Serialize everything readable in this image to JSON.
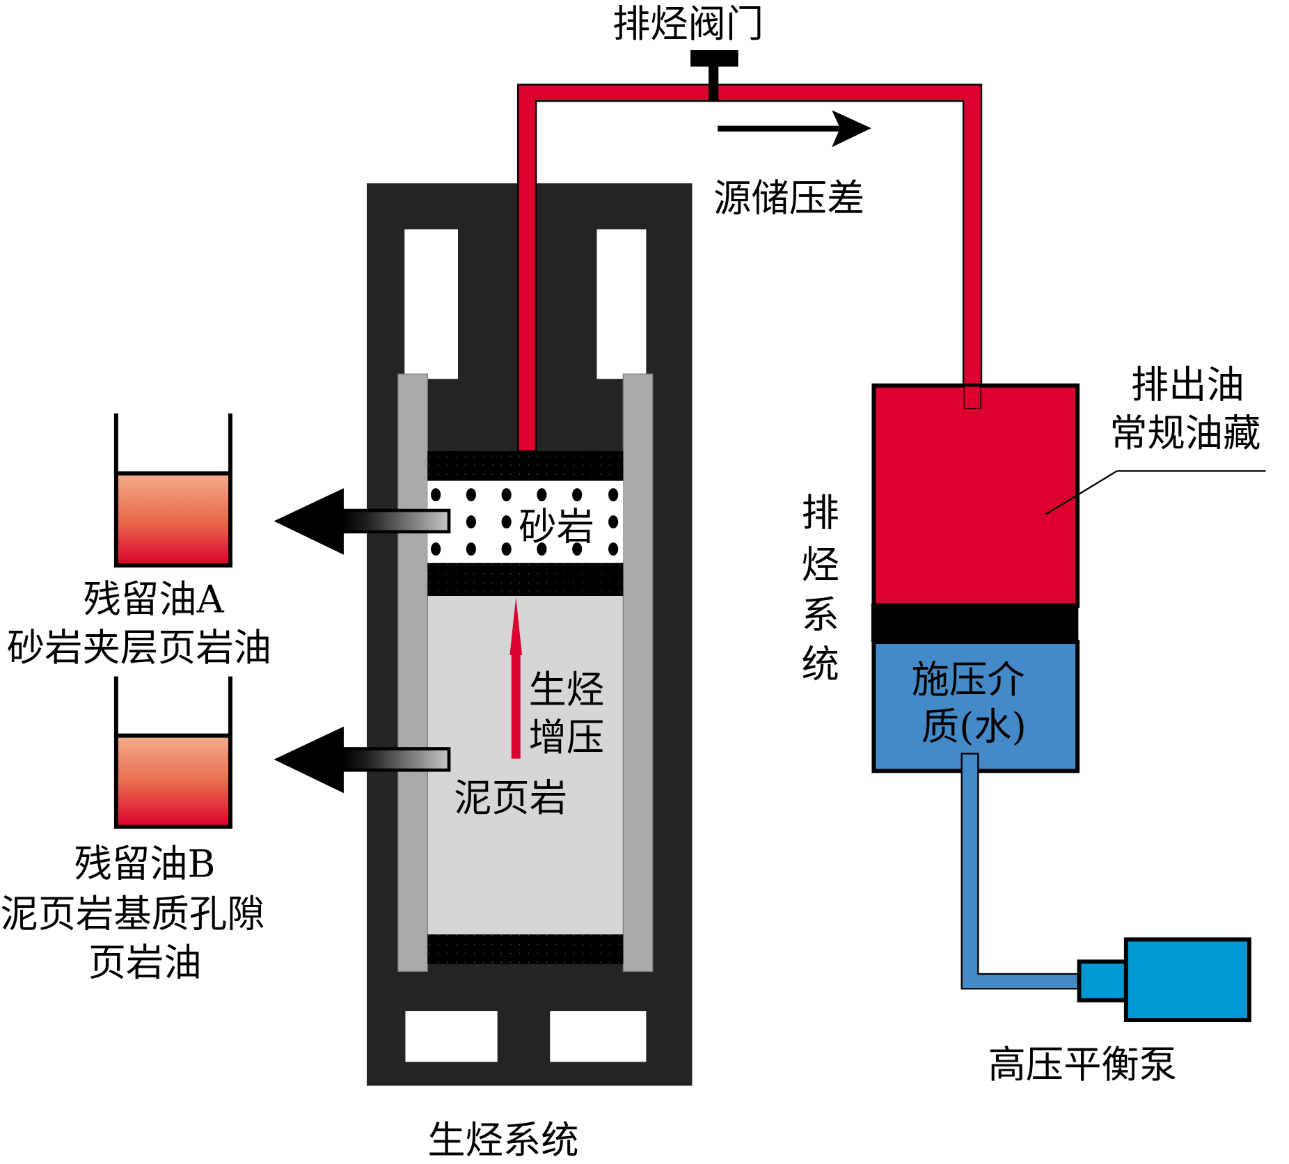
{
  "title": "生烃系统与排烃系统模拟示意",
  "colors": {
    "housing": "#242424",
    "wall": "#aaaaaa",
    "shale": "#d6d6d6",
    "porous_plate": "#000000",
    "pipe_red": "#dc002e",
    "reservoir_oil": "#dc002e",
    "medium_water": "#448ac8",
    "pump": "#0099d4",
    "beaker_oil_top": "#f5ae8e",
    "beaker_oil_bottom": "#dc002e"
  },
  "labels": {
    "valve": "排烃阀门",
    "pressure_diff": "源储压差",
    "sandstone": "砂岩",
    "gen_pressure_line1": "生烃",
    "gen_pressure_line2": "增压",
    "shale": "泥页岩",
    "gen_system": "生烃系统",
    "expulsion_system": [
      "排",
      "烃",
      "系",
      "统"
    ],
    "expelled_oil_line1": "排出油",
    "expelled_oil_line2": "常规油藏",
    "medium_line1": "施压介",
    "medium_line2": "质(水)",
    "pump": "高压平衡泵",
    "residual_a_line1": "残留油A",
    "residual_a_line2": "砂岩夹层页岩油",
    "residual_b_line1": "残留油B",
    "residual_b_line2": "泥页岩基质孔隙",
    "residual_b_line3": "页岩油"
  }
}
